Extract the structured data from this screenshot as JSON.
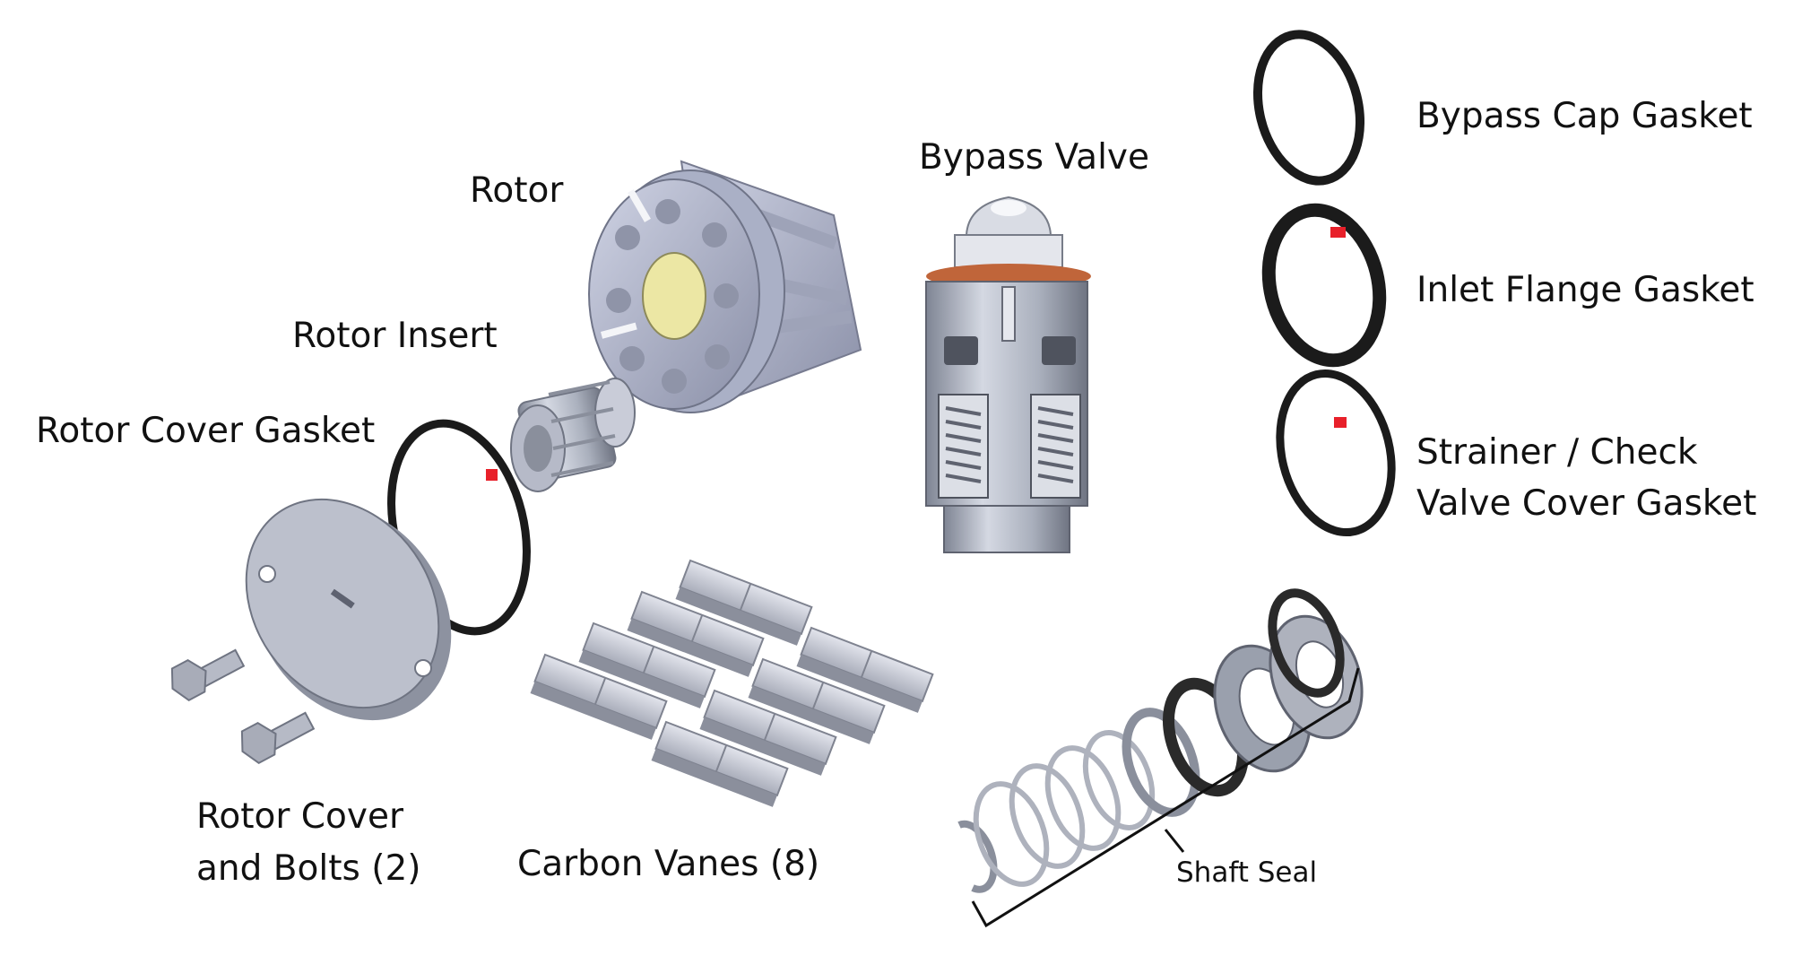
{
  "labels": {
    "rotor": "Rotor",
    "bypass_valve": "Bypass Valve",
    "bypass_cap_gasket": "Bypass Cap Gasket",
    "inlet_flange_gasket": "Inlet Flange Gasket",
    "strainer_line1": "Strainer / Check",
    "strainer_line2": "Valve Cover Gasket",
    "rotor_insert": "Rotor Insert",
    "rotor_cover_gasket": "Rotor Cover Gasket",
    "rotor_cover_line1": "Rotor Cover",
    "rotor_cover_line2": "and Bolts (2)",
    "carbon_vanes": "Carbon Vanes (8)",
    "shaft_seal": "Shaft Seal"
  },
  "colors": {
    "part_gray": "#b9bfcc",
    "part_dark": "#8a909e",
    "gasket_black": "#1b1b1b",
    "gasket_mark_red": "#e8202a",
    "rotor_bore_yellow": "#ece7a4",
    "valve_seal_orange": "#c0653a"
  }
}
